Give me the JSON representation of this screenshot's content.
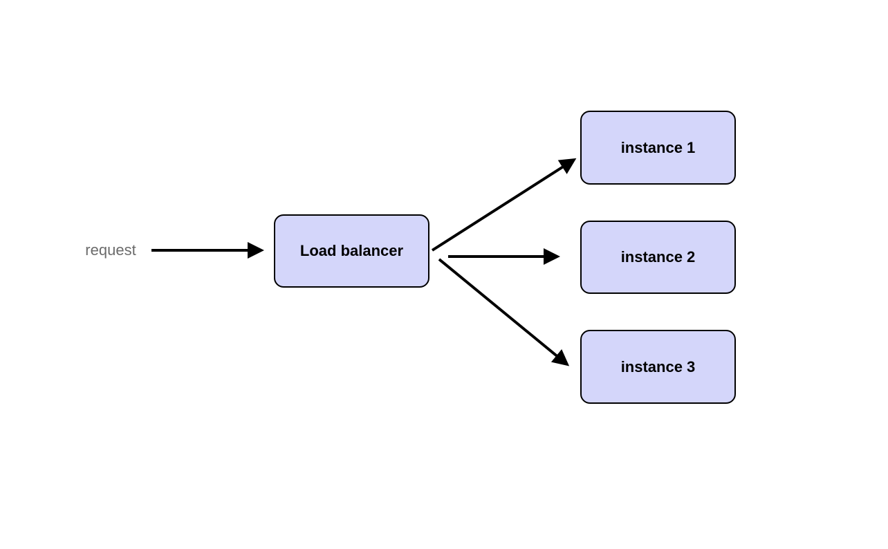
{
  "diagram": {
    "request_label": "request",
    "nodes": [
      {
        "id": "load-balancer",
        "label": "Load balancer"
      },
      {
        "id": "instance-1",
        "label": "instance 1"
      },
      {
        "id": "instance-2",
        "label": "instance 2"
      },
      {
        "id": "instance-3",
        "label": "instance 3"
      }
    ],
    "edges": [
      {
        "from": "request",
        "to": "load-balancer"
      },
      {
        "from": "load-balancer",
        "to": "instance-1"
      },
      {
        "from": "load-balancer",
        "to": "instance-2"
      },
      {
        "from": "load-balancer",
        "to": "instance-3"
      }
    ],
    "colors": {
      "node_fill": "#d4d6fa",
      "node_border": "#000000",
      "arrow": "#000000",
      "request_text": "#6b6b6b"
    }
  }
}
